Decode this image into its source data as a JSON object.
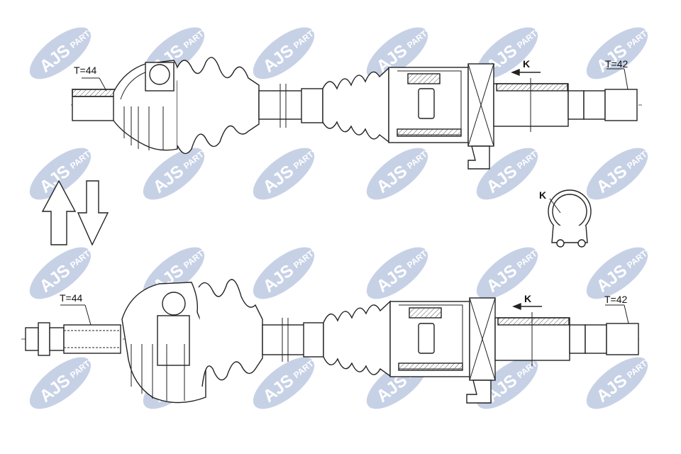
{
  "watermark": {
    "brand": "AJS",
    "suffix": "PARTS",
    "color": "#c7d1e6"
  },
  "top_shaft": {
    "left_label": "T=44",
    "right_label": "T=42",
    "view_label": "K"
  },
  "bottom_shaft": {
    "left_label": "T=44",
    "right_label": "T=42",
    "view_label": "K"
  },
  "detail": {
    "view_label": "K"
  },
  "icons": [
    "arrow-up-icon",
    "arrow-down-icon"
  ],
  "colors": {
    "line": "#222222",
    "hatch": "#555555"
  }
}
